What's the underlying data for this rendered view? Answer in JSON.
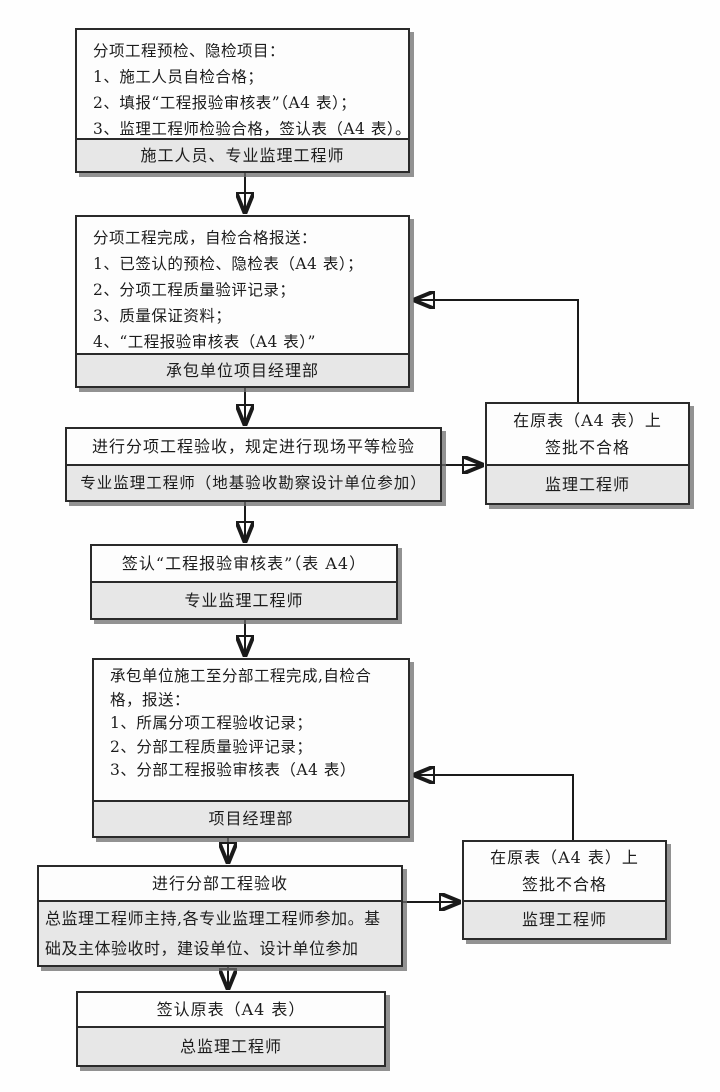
{
  "diagram": {
    "type": "flowchart",
    "language": "zh-CN",
    "topic": "分项/分部工程报验验收流程",
    "accent_colors": {
      "box_border": "#2a2a2a",
      "footer_fill": "#e7e7e7",
      "body_fill": "#fdfdfd",
      "arrow": "#1a1a1a"
    }
  },
  "boxes": {
    "box1": {
      "body_lines": [
        "分项工程预检、隐检项目：",
        "1、施工人员自检合格；",
        "2、填报“工程报验审核表”（A4 表）；",
        "3、监理工程师检验合格，签认表（A4 表）。"
      ],
      "footer": "施工人员、专业监理工程师"
    },
    "box2": {
      "body_lines": [
        "分项工程完成，自检合格报送：",
        "1、已签认的预检、隐检表（A4 表）；",
        "2、分项工程质量验评记录；",
        "3、质量保证资料；",
        "4、“工程报验审核表（A4 表）”"
      ],
      "footer": "承包单位项目经理部"
    },
    "box3": {
      "header": "进行分项工程验收，规定进行现场平等检验",
      "footer": "专业监理工程师（地基验收勘察设计单位参加）"
    },
    "side1": {
      "body_lines": [
        "在原表（A4 表）上",
        "签批不合格"
      ],
      "footer": "监理工程师"
    },
    "box4": {
      "header": "签认“工程报验审核表”（表 A4）",
      "footer": "专业监理工程师"
    },
    "box5": {
      "body_lines": [
        "承包单位施工至分部工程完成,自检合",
        "格，报送：",
        "1、所属分项工程验收记录；",
        "2、分部工程质量验评记录；",
        "3、分部工程报验审核表（A4 表）"
      ],
      "footer": "项目经理部"
    },
    "box6": {
      "header": "进行分部工程验收",
      "footer_lines": [
        "总监理工程师主持,各专业监理工程师参加。基",
        "础及主体验收时，建设单位、设计单位参加"
      ]
    },
    "side2": {
      "body_lines": [
        "在原表（A4 表）上",
        "签批不合格"
      ],
      "footer": "监理工程师"
    },
    "box7": {
      "header": "签认原表（A4 表）",
      "footer": "总监理工程师"
    }
  }
}
